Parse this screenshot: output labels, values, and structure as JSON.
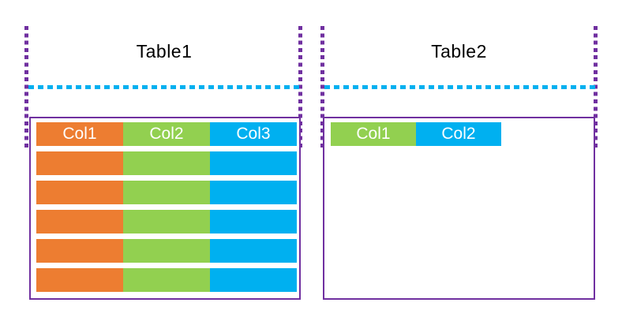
{
  "diagram": {
    "background": "#ffffff",
    "tables": [
      {
        "title": "Table1",
        "columns": [
          {
            "label": "Col1",
            "color": "#ED7D31"
          },
          {
            "label": "Col2",
            "color": "#92D050"
          },
          {
            "label": "Col3",
            "color": "#00B0F0"
          }
        ],
        "data_row_count": 5
      },
      {
        "title": "Table2",
        "columns": [
          {
            "label": "Col1",
            "color": "#92D050"
          },
          {
            "label": "Col2",
            "color": "#00B0F0"
          }
        ],
        "data_row_count": 0
      }
    ],
    "colors": {
      "frame_border": "#7030A0",
      "boundary_dotted": "#7030A0",
      "partition_dashed": "#00B0F0",
      "header_text": "#FFFFFF",
      "title_text": "#000000"
    }
  }
}
